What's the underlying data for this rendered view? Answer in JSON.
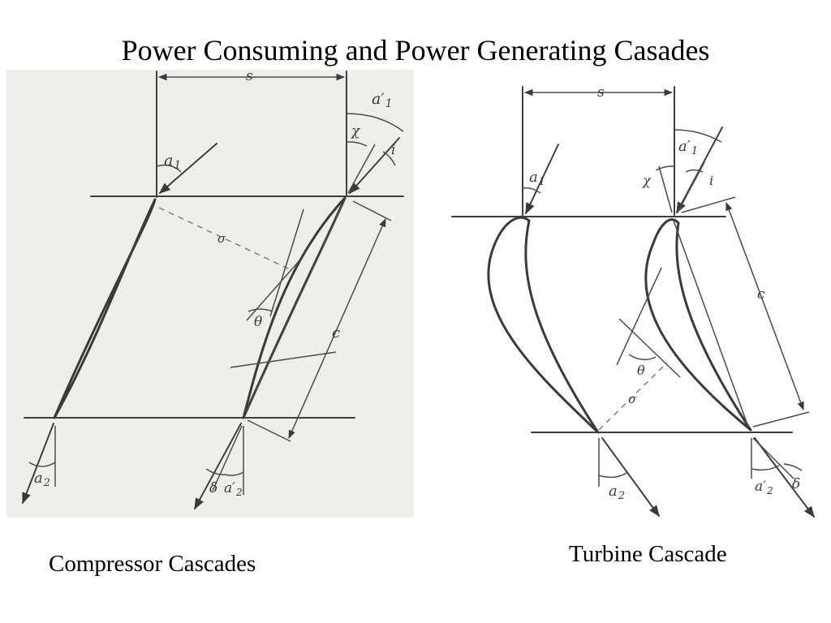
{
  "title": "Power Consuming and Power Generating Casades",
  "captions": {
    "compressor": "Compressor Cascades",
    "turbine": "Turbine Cascade"
  },
  "symbols": {
    "pitch": "s",
    "inlet_angle": "a",
    "inlet_angle_sub": "1",
    "inlet_blade_angle": "a′",
    "outlet_angle": "a",
    "outlet_angle_sub": "2",
    "outlet_blade_angle": "a′",
    "stagger": "χ",
    "incidence": "i",
    "chord": "c",
    "camber": "θ",
    "spacing": "σ",
    "deviation": "δ"
  }
}
